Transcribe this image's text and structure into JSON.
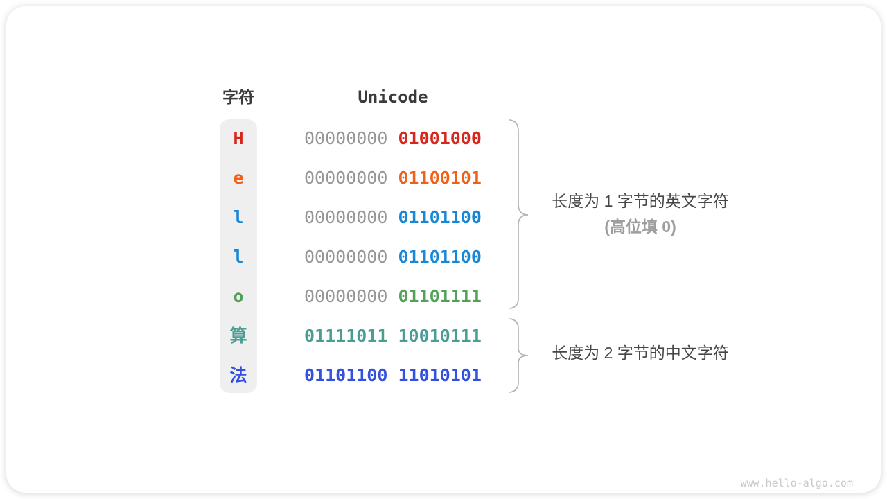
{
  "table": {
    "char_header": "字符",
    "code_header": "Unicode",
    "rows": [
      {
        "char": "H",
        "color": "#d9261c",
        "high_byte": "00000000",
        "low_byte": "01001000",
        "high_is_padding": true
      },
      {
        "char": "e",
        "color": "#ef6118",
        "high_byte": "00000000",
        "low_byte": "01100101",
        "high_is_padding": true
      },
      {
        "char": "l",
        "color": "#1887d6",
        "high_byte": "00000000",
        "low_byte": "01101100",
        "high_is_padding": true
      },
      {
        "char": "l",
        "color": "#1887d6",
        "high_byte": "00000000",
        "low_byte": "01101100",
        "high_is_padding": true
      },
      {
        "char": "o",
        "color": "#53a158",
        "high_byte": "00000000",
        "low_byte": "01101111",
        "high_is_padding": true
      },
      {
        "char": "算",
        "color": "#4a9d94",
        "high_byte": "01111011",
        "low_byte": "10010111",
        "high_is_padding": false
      },
      {
        "char": "法",
        "color": "#3350e0",
        "high_byte": "01101100",
        "low_byte": "11010101",
        "high_is_padding": false
      }
    ]
  },
  "annotations": {
    "english_group_line1": "长度为 1 字节的英文字符",
    "english_group_line2": "(高位填 0)",
    "chinese_group_line1": "长度为 2 字节的中文字符"
  },
  "watermark": "www.hello-algo.com",
  "colors": {
    "padding_zeros": "#969696",
    "brace": "#b5b5b5",
    "annotation_primary": "#464646",
    "annotation_secondary": "#9e9e9e",
    "header_text": "#3b3b3b",
    "char_pill_bg": "#efefef",
    "card_bg": "#ffffff"
  }
}
